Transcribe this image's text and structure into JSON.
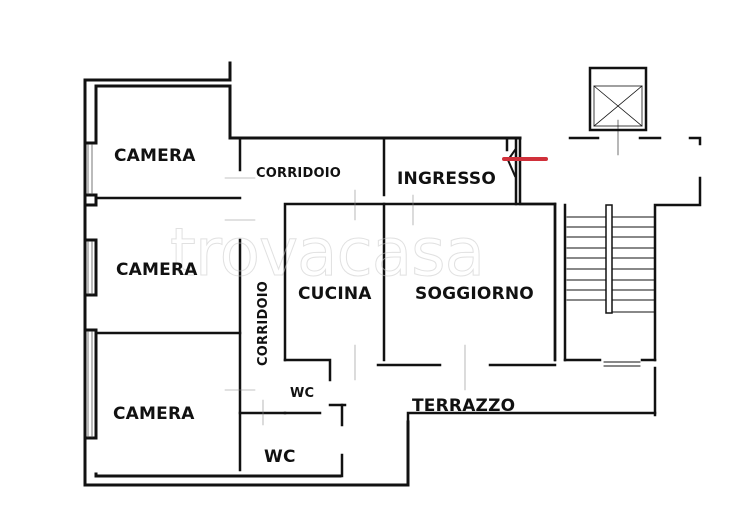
{
  "rooms": {
    "camera_top": "CAMERA",
    "camera_middle": "CAMERA",
    "camera_bottom": "CAMERA",
    "corridoio_horizontal": "CORRIDOIO",
    "corridoio_vertical": "CORRIDOIO",
    "ingresso": "INGRESSO",
    "cucina": "CUCINA",
    "soggiorno": "SOGGIORNO",
    "wc_small": "WC",
    "wc_large": "WC",
    "terrazzo": "TERRAZZO"
  },
  "watermark": "trovacasa",
  "colors": {
    "wall": "#111111",
    "entrance_arrow": "#d0303a",
    "background": "#ffffff"
  },
  "icons": {
    "entrance_arrow": "arrow-left-icon",
    "elevator": "elevator-icon",
    "staircase": "staircase-icon"
  }
}
